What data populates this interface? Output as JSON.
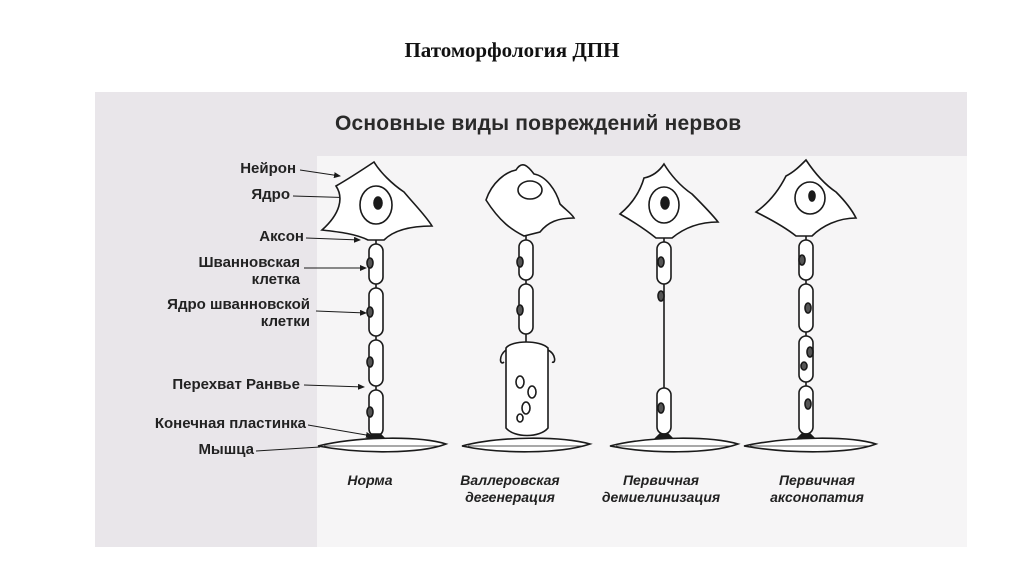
{
  "slide": {
    "title": "Патоморфология ДПН"
  },
  "figure": {
    "title": "Основные виды повреждений нервов",
    "labels": {
      "neuron": "Нейрон",
      "nucleus": "Ядро",
      "axon": "Аксон",
      "schwann_1": "Шванновская",
      "schwann_2": "клетка",
      "schwann_nucleus_1": "Ядро шванновской",
      "schwann_nucleus_2": "клетки",
      "ranvier": "Перехват Ранвье",
      "end_plate": "Конечная пластинка",
      "muscle": "Мышца"
    },
    "captions": {
      "norm": "Норма",
      "wallerian_1": "Валлеровская",
      "wallerian_2": "дегенерация",
      "demyel_1": "Первичная",
      "demyel_2": "демиелинизация",
      "axonop_1": "Первичная",
      "axonop_2": "аксонопатия"
    }
  },
  "colors": {
    "ink": "#1a1a1a",
    "background": "#e9e6ea",
    "panel": "#f6f5f6"
  }
}
